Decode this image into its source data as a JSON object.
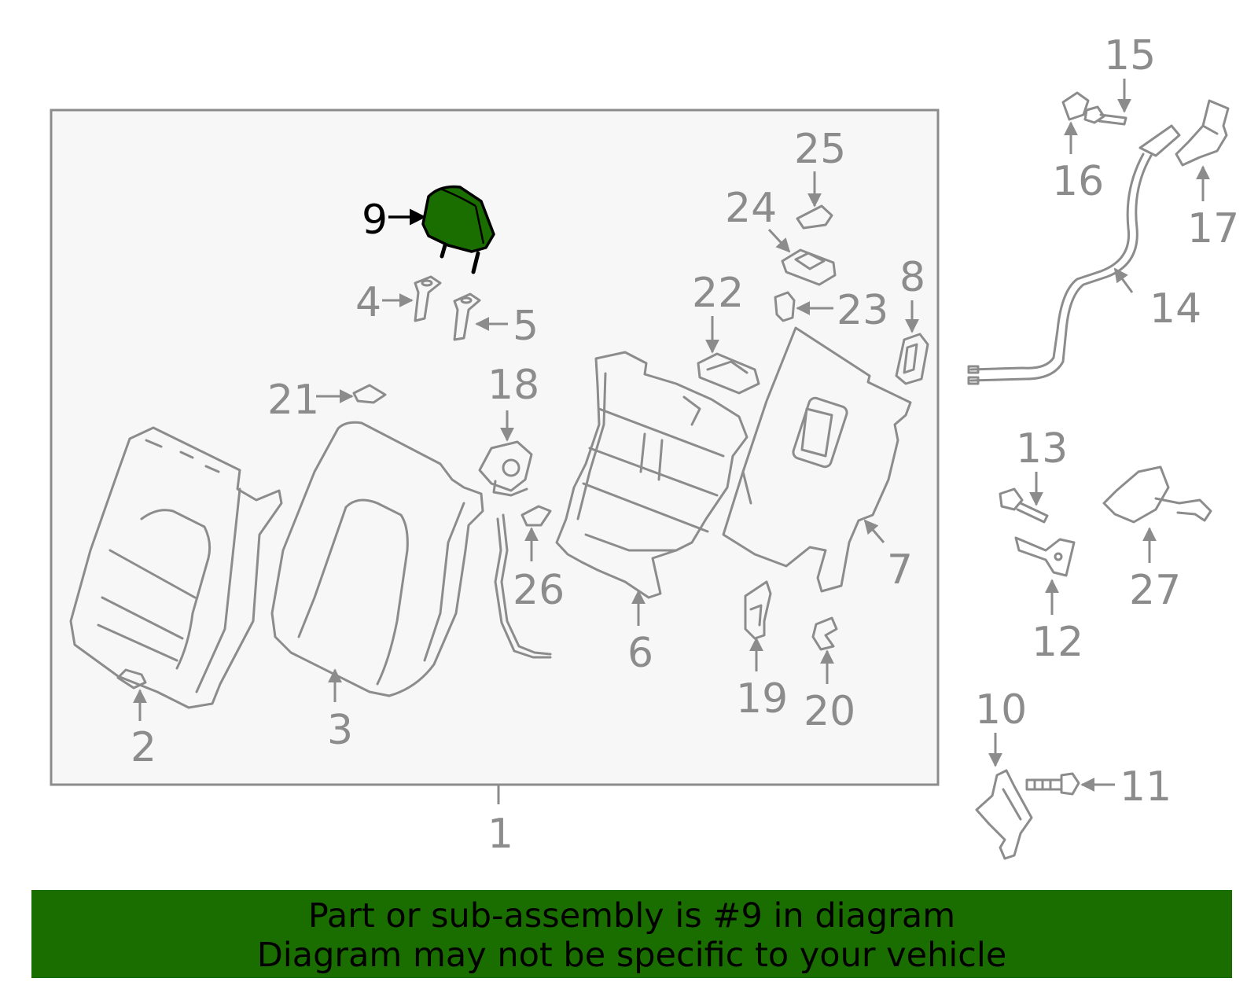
{
  "highlight_color": "#1a6e00",
  "banner": {
    "line1": "Part or sub-assembly is #9 in diagram",
    "line2": "Diagram may not be specific to your vehicle"
  },
  "callouts": {
    "c1": "1",
    "c2": "2",
    "c3": "3",
    "c4": "4",
    "c5": "5",
    "c6": "6",
    "c7": "7",
    "c8": "8",
    "c9": "9",
    "c10": "10",
    "c11": "11",
    "c12": "12",
    "c13": "13",
    "c14": "14",
    "c15": "15",
    "c16": "16",
    "c17": "17",
    "c18": "18",
    "c19": "19",
    "c20": "20",
    "c21": "21",
    "c22": "22",
    "c23": "23",
    "c24": "24",
    "c25": "25",
    "c26": "26",
    "c27": "27"
  }
}
